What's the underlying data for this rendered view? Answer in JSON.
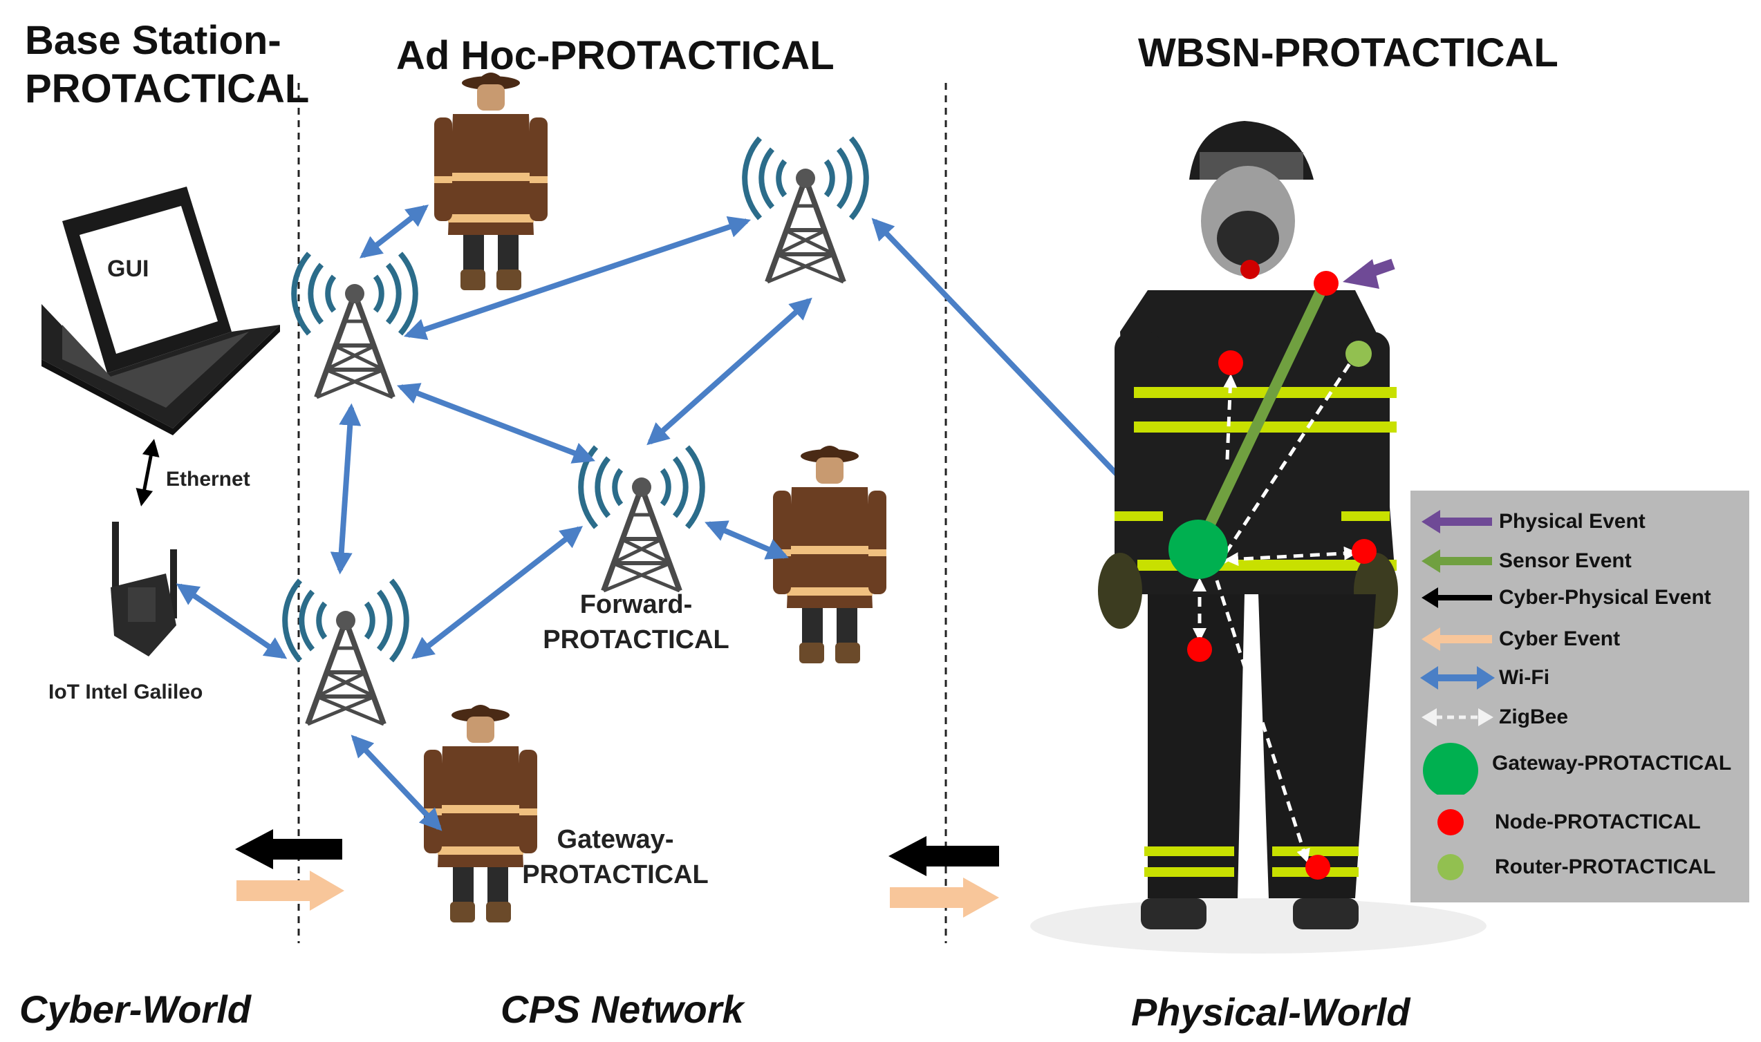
{
  "headers": {
    "base_station": "Base Station-\nPROTACTICAL",
    "adhoc": "Ad Hoc-PROTACTICAL",
    "wbsn": "WBSN-PROTACTICAL"
  },
  "footers": {
    "cyber": "Cyber-World",
    "cps": "CPS Network",
    "physical": "Physical-World"
  },
  "labels": {
    "gui": "GUI",
    "ethernet": "Ethernet",
    "iot": "IoT Intel Galileo",
    "forward": "Forward-\nPROTACTICAL",
    "gateway": "Gateway-\nPROTACTICAL"
  },
  "legend": {
    "items": [
      {
        "label": "Physical Event",
        "icon": "purple-arrow-icon",
        "color": "#6f4a96"
      },
      {
        "label": "Sensor Event",
        "icon": "green-arrow-icon",
        "color": "#70a040"
      },
      {
        "label": "Cyber-Physical Event",
        "icon": "black-arrow-icon",
        "color": "#000000"
      },
      {
        "label": "Cyber Event",
        "icon": "peach-arrow-icon",
        "color": "#f8c69a"
      },
      {
        "label": "Wi-Fi",
        "icon": "blue-double-arrow-icon",
        "color": "#4a7fc6"
      },
      {
        "label": "ZigBee",
        "icon": "dashed-double-arrow-icon",
        "color": "#f2f2f2"
      },
      {
        "label": "Gateway-PROTACTICAL",
        "icon": "large-green-circle-icon",
        "color": "#00b050"
      },
      {
        "label": "Node-PROTACTICAL",
        "icon": "red-dot-icon",
        "color": "#ff0000"
      },
      {
        "label": "Router-PROTACTICAL",
        "icon": "light-green-dot-icon",
        "color": "#92c050"
      }
    ]
  },
  "colors": {
    "wifi": "#4a7fc6",
    "tower": "#4a4a4a",
    "wave": "#2b6c8a",
    "coat": "#6b3e22",
    "stripe": "#f0c080"
  }
}
